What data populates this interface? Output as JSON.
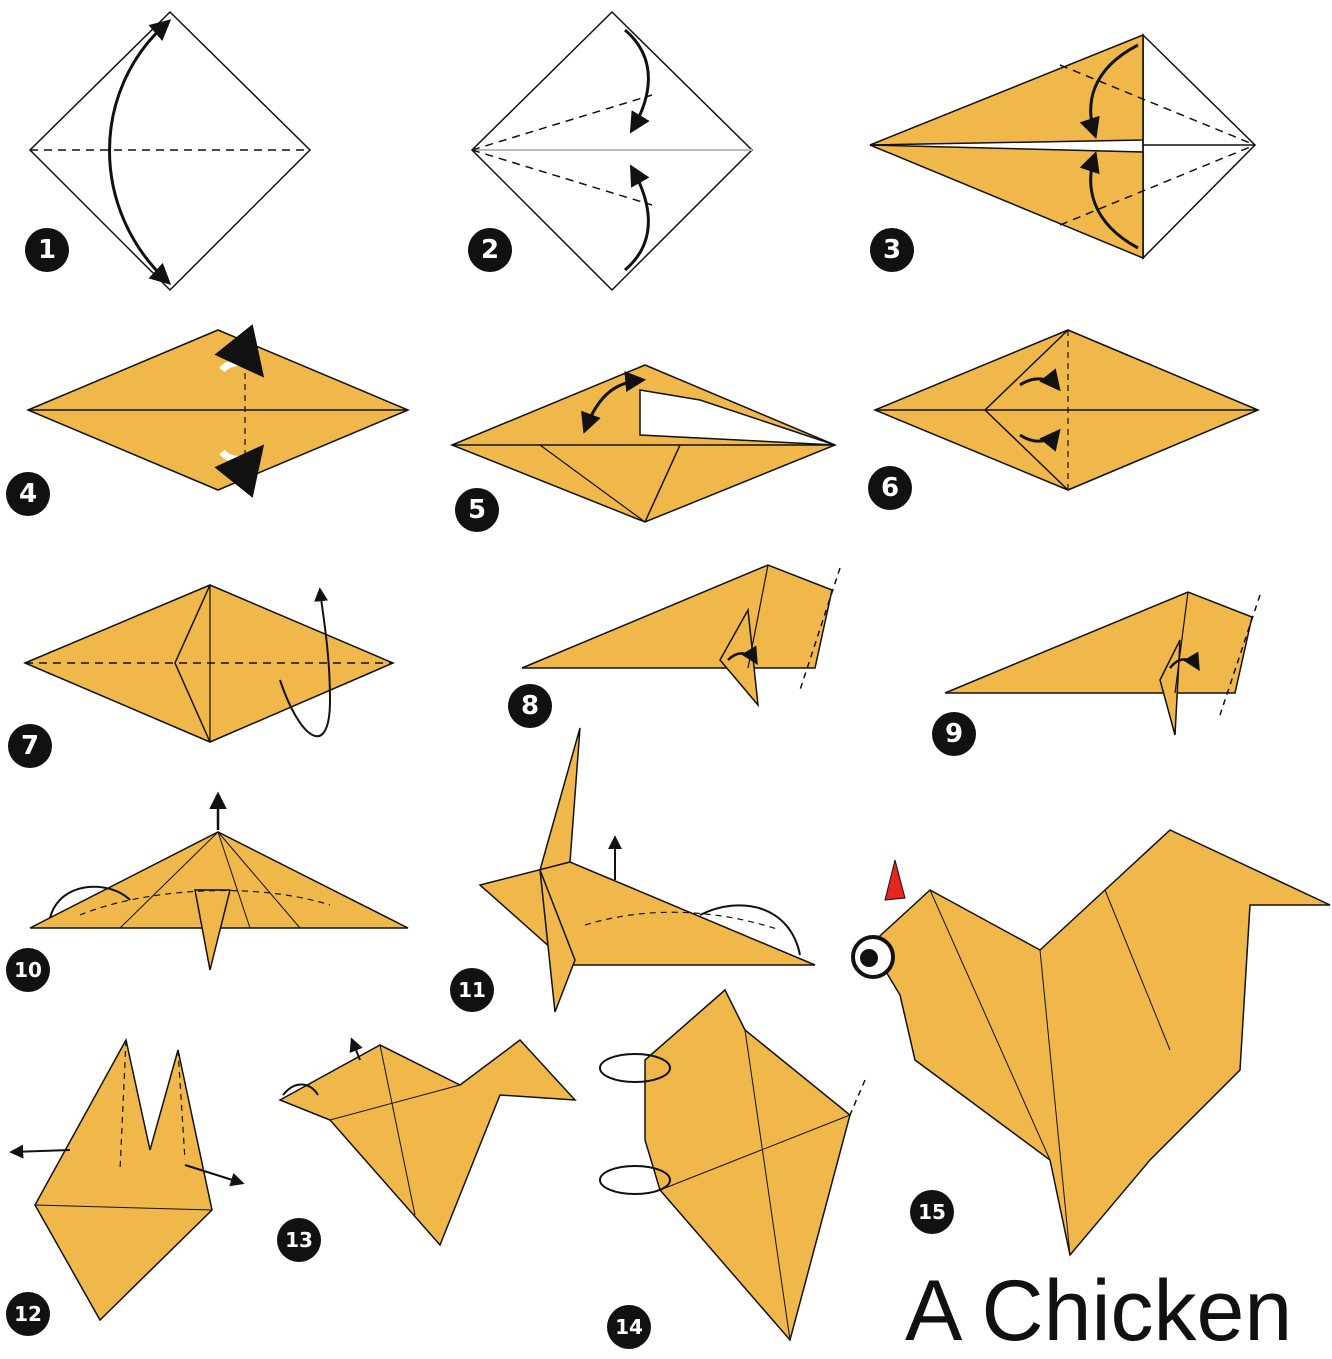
{
  "title": "A Chicken",
  "colors": {
    "paper": "#f0b84a",
    "edge": "#1a1a1a",
    "beak": "#e52520",
    "badge": "#111111"
  },
  "steps": [
    {
      "n": "1"
    },
    {
      "n": "2"
    },
    {
      "n": "3"
    },
    {
      "n": "4"
    },
    {
      "n": "5"
    },
    {
      "n": "6"
    },
    {
      "n": "7"
    },
    {
      "n": "8"
    },
    {
      "n": "9"
    },
    {
      "n": "10"
    },
    {
      "n": "11"
    },
    {
      "n": "12"
    },
    {
      "n": "13"
    },
    {
      "n": "14"
    },
    {
      "n": "15"
    }
  ]
}
